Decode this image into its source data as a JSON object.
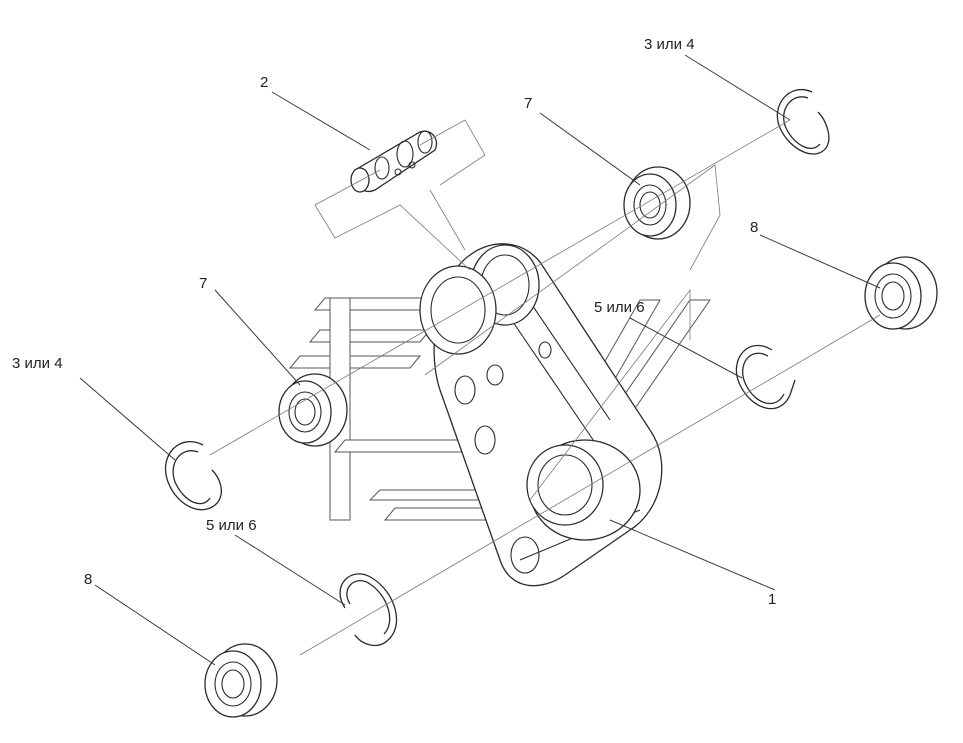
{
  "callouts": [
    {
      "id": "1",
      "text": "1"
    },
    {
      "id": "2",
      "text": "2"
    },
    {
      "id": "ring-top",
      "text": "3 или 4"
    },
    {
      "id": "ring-left",
      "text": "3 или 4"
    },
    {
      "id": "clip-right",
      "text": "5 или 6"
    },
    {
      "id": "clip-left",
      "text": "5 или 6"
    },
    {
      "id": "bearing7-top",
      "text": "7"
    },
    {
      "id": "bearing7-left",
      "text": "7"
    },
    {
      "id": "bearing8-right",
      "text": "8"
    },
    {
      "id": "bearing8-left",
      "text": "8"
    }
  ]
}
